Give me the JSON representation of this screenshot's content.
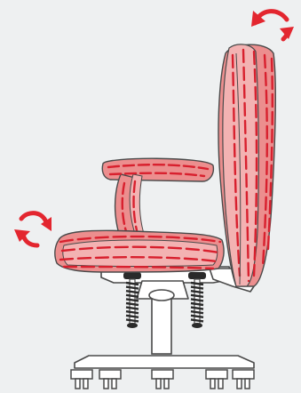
{
  "figure": {
    "subject": "office-chair-cushion-illustration",
    "icons": [
      {
        "name": "rotate-arrow-icon",
        "position_word": "top-right"
      },
      {
        "name": "rotate-arrow-icon",
        "position_word": "left"
      }
    ],
    "colors": {
      "background": "#eef0f1",
      "cushion_fill": "#ec8e8e",
      "cushion_fill_light": "#f3b2b2",
      "dash_red": "#d8202e",
      "arrow_red": "#e3262f",
      "outline": "#4a4a4a",
      "frame_white": "#ffffff"
    }
  }
}
